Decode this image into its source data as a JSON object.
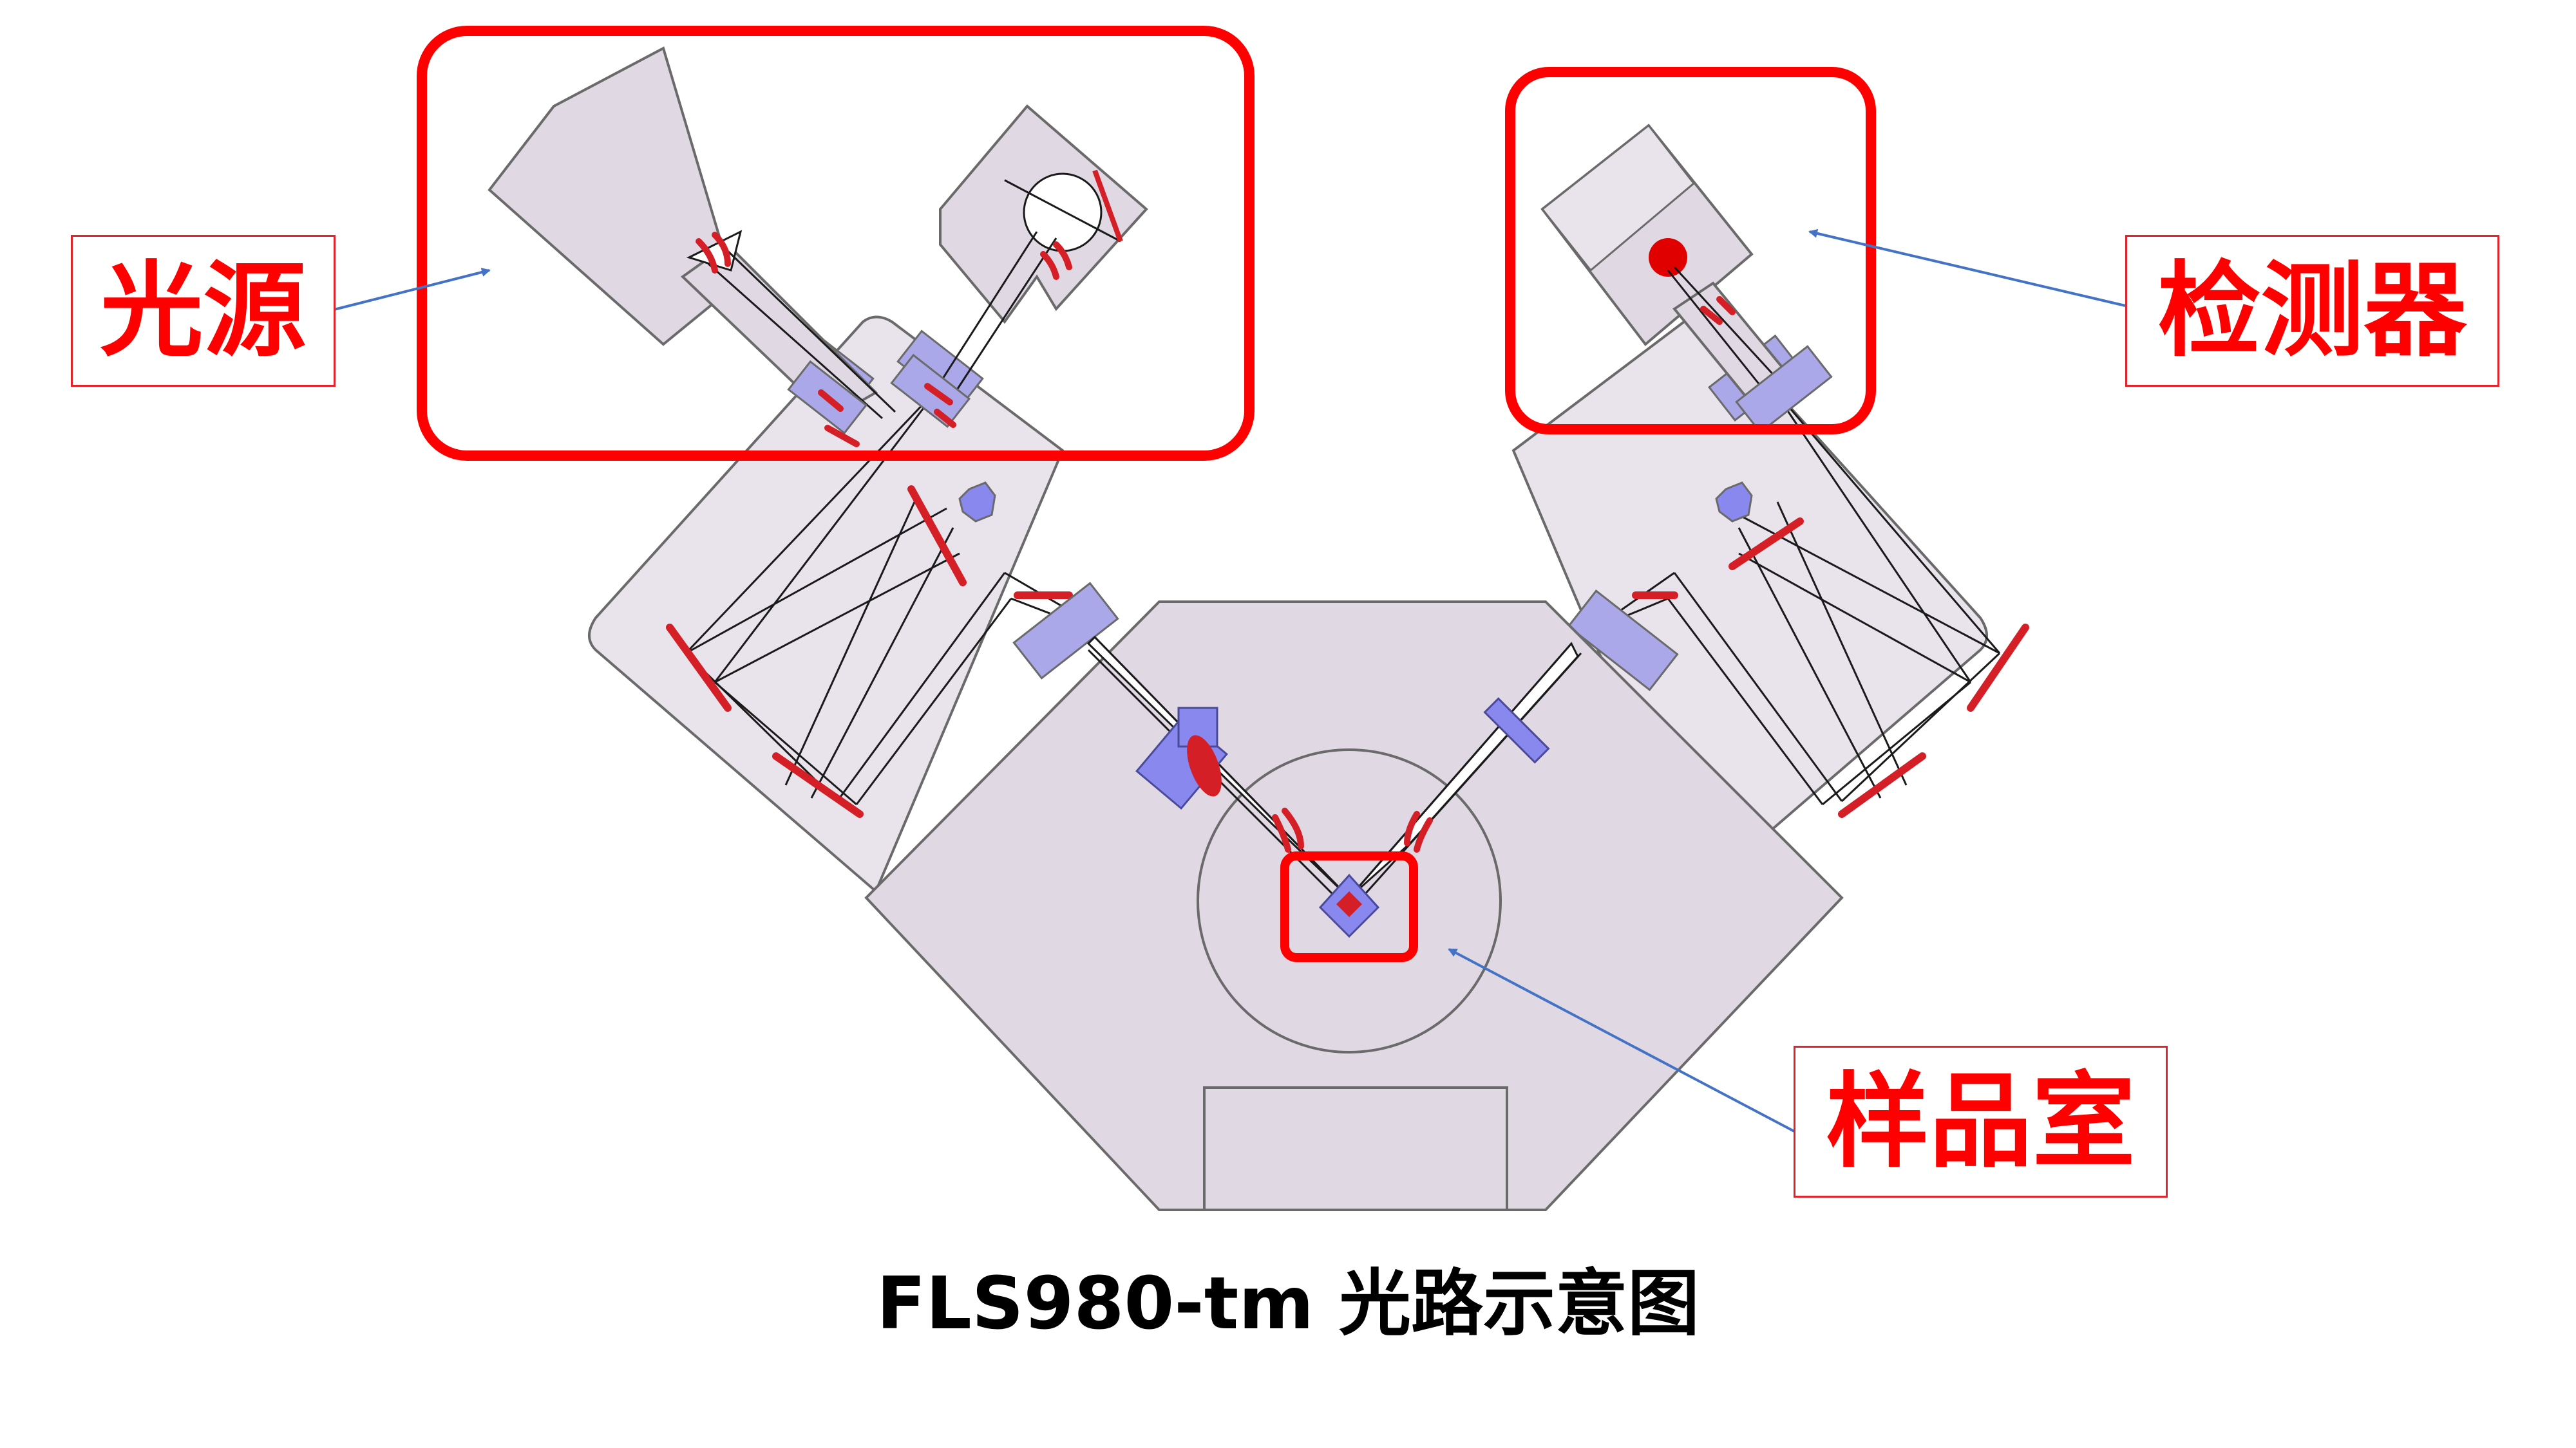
{
  "labels": {
    "light_source": "光源",
    "detector": "检测器",
    "sample_chamber": "样品室"
  },
  "caption": "FLS980-tm 光路示意图",
  "colors": {
    "highlight_red": "#ff0000",
    "housing_fill": "#e0d9e3",
    "module_fill": "#e9e4ec",
    "housing_stroke": "#6a6a6a",
    "optic_red": "#d41f26",
    "component_blue": "#8888ee",
    "arrow_blue": "#4472c4"
  }
}
